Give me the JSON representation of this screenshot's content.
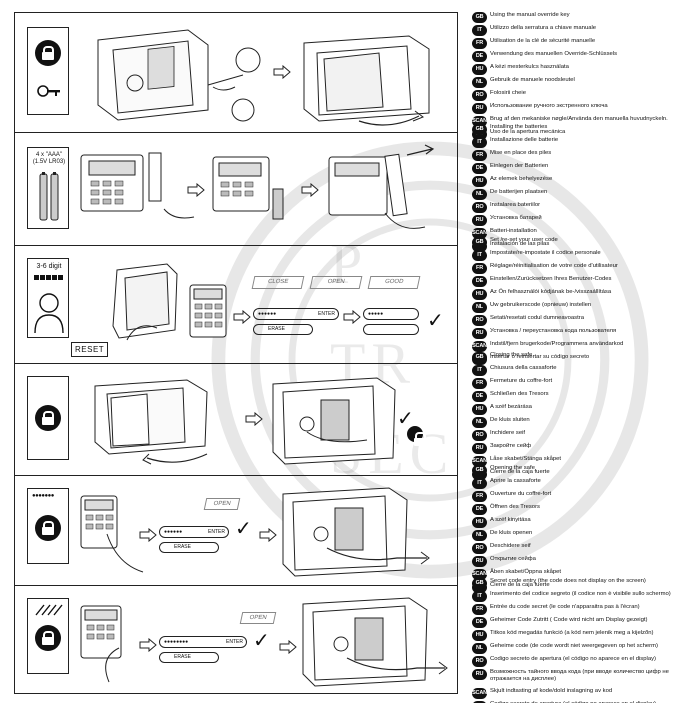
{
  "panels": [
    {
      "id": "override-key",
      "languages": [
        {
          "code": "GB",
          "text": "Using the manual override key"
        },
        {
          "code": "IT",
          "text": "Utilizzo della serratura a chiave manuale"
        },
        {
          "code": "FR",
          "text": "Utilisation de la clé de sécurité manuelle"
        },
        {
          "code": "DE",
          "text": "Verwendung des manuellen Override-Schlüssels"
        },
        {
          "code": "HU",
          "text": "A kézi mesterkulcs használata"
        },
        {
          "code": "NL",
          "text": "Gebruik de manuele noodsleutel"
        },
        {
          "code": "RO",
          "text": "Folosirii cheie"
        },
        {
          "code": "RU",
          "text": "Использование ручного экстренного ключа"
        },
        {
          "code": "SCAN",
          "text": "Brug af den mekaniske nøgle/Använda den manuella huvudnyckeln."
        },
        {
          "code": "ES",
          "text": "Uso de la apertura mecánica"
        }
      ]
    },
    {
      "id": "batteries",
      "battery_label": "4 x \"AAA\"\n(1.5V LR03)",
      "languages": [
        {
          "code": "GB",
          "text": "Installing the batteries"
        },
        {
          "code": "IT",
          "text": "Installazione delle batterie"
        },
        {
          "code": "FR",
          "text": "Mise en place des piles"
        },
        {
          "code": "DE",
          "text": "Einlegen der Batterien"
        },
        {
          "code": "HU",
          "text": "Az elemek behelyezése"
        },
        {
          "code": "NL",
          "text": "De batterijen plaatsen"
        },
        {
          "code": "RO",
          "text": "Instalarea bateriilor"
        },
        {
          "code": "RU",
          "text": "Установка батарей"
        },
        {
          "code": "SCAN",
          "text": "Batteri-installation"
        },
        {
          "code": "ES",
          "text": "Instalación de las pilas"
        }
      ]
    },
    {
      "id": "user-code",
      "digit_label": "3-6 digit",
      "reset_label": "RESET",
      "display_close": "CLOSE",
      "display_open": "OPEN",
      "display_good": "GOOD",
      "key_enter": "ENTER",
      "key_erase": "ERASE",
      "languages": [
        {
          "code": "GB",
          "text": "Set /re-set your user code"
        },
        {
          "code": "IT",
          "text": "Impostate/re-impostate il codice personale"
        },
        {
          "code": "FR",
          "text": "Réglage/réinitialisation de votre code d'utilisateur"
        },
        {
          "code": "DE",
          "text": "Einstellen/Zurücksetzen Ihres Benutzer-Codes"
        },
        {
          "code": "HU",
          "text": "Az Ön felhasználói kódjának be-/visszaállítása"
        },
        {
          "code": "NL",
          "text": "Uw gebruikerscode (opnieuw) instellen"
        },
        {
          "code": "RO",
          "text": "Setati/resetati codul dumneavoastra"
        },
        {
          "code": "RU",
          "text": "Установка / переустановка кода пользователя"
        },
        {
          "code": "SCAN",
          "text": "Indstil/fjern brugerkode/Programmera användarkod"
        },
        {
          "code": "ES",
          "text": "Insertar o reinsertar su código secreto"
        }
      ]
    },
    {
      "id": "closing",
      "languages": [
        {
          "code": "GB",
          "text": "Closing the safe"
        },
        {
          "code": "IT",
          "text": "Chiusura della cassaforte"
        },
        {
          "code": "FR",
          "text": "Fermeture du coffre-fort"
        },
        {
          "code": "DE",
          "text": "Schließen des Tresors"
        },
        {
          "code": "HU",
          "text": "A széf bezárása"
        },
        {
          "code": "NL",
          "text": "De kluis sluiten"
        },
        {
          "code": "RO",
          "text": "Inchidere seif"
        },
        {
          "code": "RU",
          "text": "Закройте сейф"
        },
        {
          "code": "SCAN",
          "text": "Låse skabet/Stänga skåpet"
        },
        {
          "code": "ES",
          "text": "Cierre de la caja fuerte"
        }
      ]
    },
    {
      "id": "opening",
      "code_dots": "●●●●●●●",
      "display_open": "OPEN",
      "key_enter": "ENTER",
      "key_erase": "ERASE",
      "languages": [
        {
          "code": "GB",
          "text": "Opening the safe"
        },
        {
          "code": "IT",
          "text": "Aprire la cassaforte"
        },
        {
          "code": "FR",
          "text": "Ouverture du coffre-fort"
        },
        {
          "code": "DE",
          "text": "Öffnen des Tresors"
        },
        {
          "code": "HU",
          "text": "A széf kinyitása"
        },
        {
          "code": "NL",
          "text": "De kluis openen"
        },
        {
          "code": "RO",
          "text": "Deschidere seif"
        },
        {
          "code": "RU",
          "text": "Открытие сейфа"
        },
        {
          "code": "SCAN",
          "text": "Åben skabet/Öppna skåpet"
        },
        {
          "code": "ES",
          "text": "Cierre de la caja fuerte"
        }
      ]
    },
    {
      "id": "secret-code",
      "display_open": "OPEN",
      "key_enter": "ENTER",
      "key_erase": "ERASE",
      "languages": [
        {
          "code": "GB",
          "text": "Secret code entry (the code does not display on the screen)"
        },
        {
          "code": "IT",
          "text": "Inserimento del codice segreto (il codice non è visibile sullo schermo)"
        },
        {
          "code": "FR",
          "text": "Entrée du code secret (le code n'apparaitra pas à l'écran)"
        },
        {
          "code": "DE",
          "text": "Geheimer Code Zutritt ( Code wird nicht am Display gezeigt)"
        },
        {
          "code": "HU",
          "text": "Titkos kód megadás funkció (a kód nem jelenik meg a kijelzőn)"
        },
        {
          "code": "NL",
          "text": "Geheime code (de code wordt niet weergegeven op het scherm)"
        },
        {
          "code": "RO",
          "text": "Codigo secreto de apertura (el código no aparece en el display)"
        },
        {
          "code": "RU",
          "text": "Возможность тайного ввода кода (при вводе количество цифр не отражается на дисплее)"
        },
        {
          "code": "SCAN",
          "text": "Skjult indtasting af kode/dold inslagning av kod"
        },
        {
          "code": "ES",
          "text": "Codigo secreto de apertura (el código no aparece en el display)"
        }
      ]
    }
  ],
  "watermark": [
    "P",
    "TR",
    "SEC"
  ]
}
